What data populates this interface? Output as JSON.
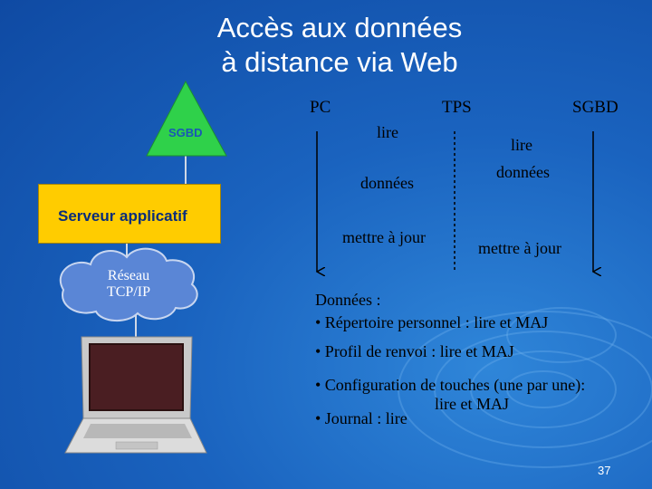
{
  "slide": {
    "title_line1": "Accès aux données",
    "title_line2": "à distance via Web",
    "page_number": "37"
  },
  "architecture": {
    "db_label": "SGBD",
    "server_label": "Serveur applicatif",
    "network_label_line1": "Réseau",
    "network_label_line2": "TCP/IP"
  },
  "columns": {
    "pc": "PC",
    "tps": "TPS",
    "sgbd": "SGBD"
  },
  "flow": {
    "pc_tps_read": "lire",
    "pc_tps_data": "données",
    "pc_tps_update": "mettre à jour",
    "tps_sgbd_read": "lire",
    "tps_sgbd_data": "données",
    "tps_sgbd_update": "mettre à jour"
  },
  "data_list": {
    "heading": "Données :",
    "item1": "• Répertoire personnel : lire et MAJ",
    "item2": "• Profil de renvoi : lire et MAJ",
    "item3": "• Configuration de touches (une par une):",
    "item3_cont": "lire et MAJ",
    "item4": "• Journal : lire"
  },
  "colors": {
    "background": "#1a63bf",
    "triangle": "#2fd14a",
    "server": "#ffcc00",
    "cloud": "#5a86d6"
  }
}
